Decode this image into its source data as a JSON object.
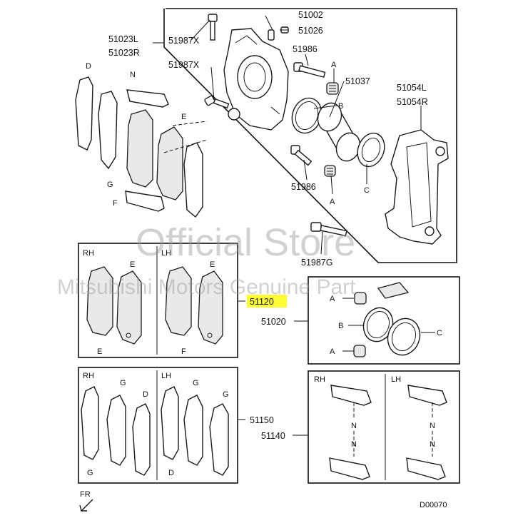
{
  "part_numbers": {
    "p51002": "51002",
    "p51026": "51026",
    "p51023l": "51023L",
    "p51023r": "51023R",
    "p51987x_a": "51987X",
    "p51987x_b": "51987X",
    "p51986_a": "51986",
    "p51986_b": "51986",
    "p51037": "51037",
    "p51054l": "51054L",
    "p51054r": "51054R",
    "p51987g": "51987G",
    "p51120": "51120",
    "p51020": "51020",
    "p51150": "51150",
    "p51140": "51140"
  },
  "callouts": {
    "A": "A",
    "B": "B",
    "C": "C",
    "D": "D",
    "E": "E",
    "F": "F",
    "G": "G",
    "N": "N"
  },
  "side_labels": {
    "rh": "RH",
    "lh": "LH"
  },
  "direction_label": "FR",
  "diagram_code": "D00070",
  "watermark": {
    "line1": "Official Store",
    "line2": "Mitsubishi Motors Genuine Part"
  },
  "colors": {
    "highlight": "#ffff33",
    "ink": "#111111",
    "watermark": "#9a9a9a"
  }
}
